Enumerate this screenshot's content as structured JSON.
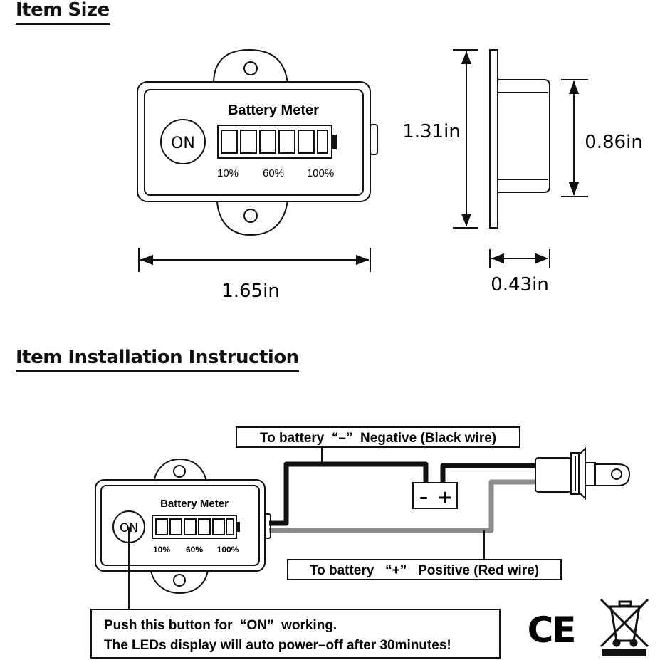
{
  "section_titles": {
    "size": "Item Size",
    "install": "Item Installation Instruction"
  },
  "device": {
    "title": "Battery Meter",
    "button": "ON",
    "levels": [
      "10%",
      "60%",
      "100%"
    ]
  },
  "dimensions": {
    "width": "1.65in",
    "height": "1.31in",
    "body_height": "0.86in",
    "depth": "0.43in"
  },
  "wiring": {
    "negative_label": "To battery  “–”  Negative (Black wire)",
    "positive_label": "To battery   “+”   Positive (Red wire)",
    "battery_minus": "–",
    "battery_plus": "+",
    "note_line1": "Push this button for  “ON”  working.",
    "note_line2": "The LEDs display will auto power–off after 30minutes!"
  },
  "marks": {
    "ce": "CE"
  },
  "colors": {
    "ink": "#111111",
    "black_wire": "#111111",
    "red_wire": "#8c8c8c"
  }
}
